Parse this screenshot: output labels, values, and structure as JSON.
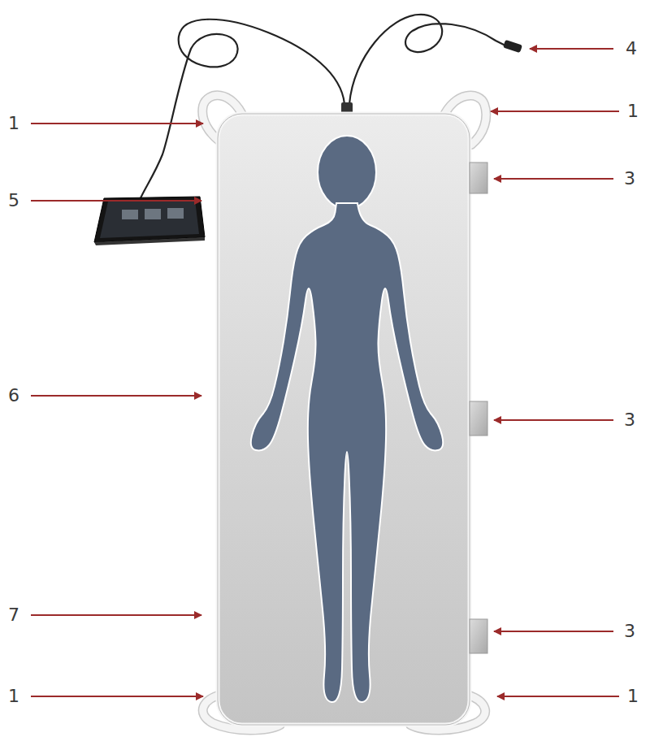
{
  "diagram": {
    "labels": [
      "4",
      "1",
      "1",
      "3",
      "5",
      "6",
      "3",
      "7",
      "3",
      "1",
      "1"
    ]
  }
}
